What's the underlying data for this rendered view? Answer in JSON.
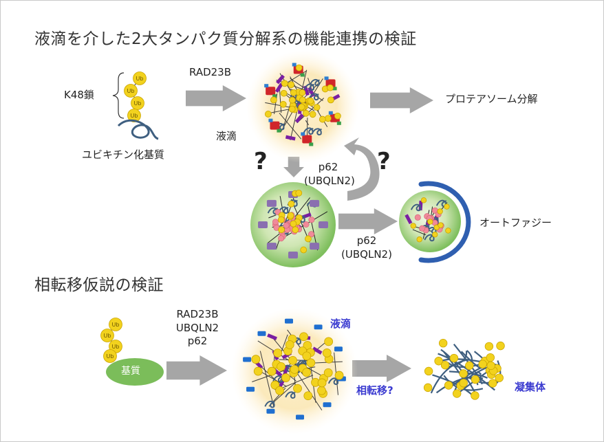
{
  "section1": {
    "title": "液滴を介した2大タンパク質分解系の機能連携の検証",
    "k48_label": "K48鎖",
    "ub_label": "Ub",
    "substrate_label": "ユビキチン化基質",
    "rad23b_label": "RAD23B",
    "droplet_label": "液滴",
    "proteasome_label": "プロテアソーム分解",
    "question_mark": "?",
    "p62_label": "p62",
    "ubqln2_label": "(UBQLN2)",
    "autophagy_label": "オートファジー"
  },
  "section2": {
    "title": "相転移仮説の検証",
    "substrate_label": "基質",
    "factors": [
      "RAD23B",
      "UBQLN2",
      "p62"
    ],
    "droplet_label": "液滴",
    "phase_transition_label": "相転移?",
    "aggregate_label": "凝集体"
  },
  "colors": {
    "ub_yellow": "#f2d21e",
    "arrow_gray": "#a6a6a6",
    "droplet_glow": "#fbe7b0",
    "green_body": "#7bbd5a",
    "purple": "#7a1fa2",
    "blue_label": "#3b3bd0",
    "autophagy_arc": "#2f5fb0",
    "chain_blue": "#3f5f80",
    "red_protein": "#d0262a"
  }
}
